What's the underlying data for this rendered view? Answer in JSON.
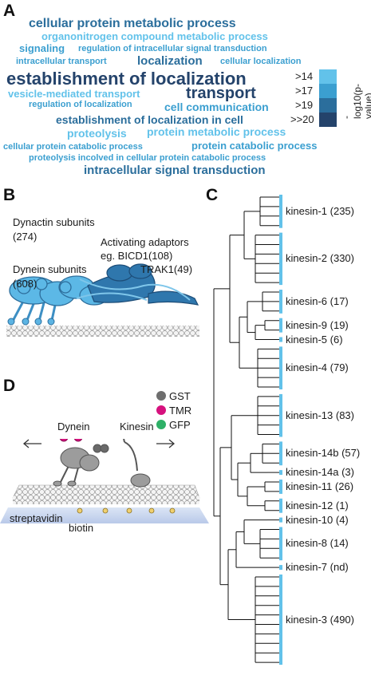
{
  "panels": {
    "a": "A",
    "b": "B",
    "c": "C",
    "d": "D"
  },
  "colors": {
    "level1": "#62c2ea",
    "level2": "#3b9fd0",
    "level3": "#2b6e9c",
    "level4": "#24436b"
  },
  "wordcloud": [
    {
      "text": "cellular protein metabolic process",
      "level": "level3"
    },
    {
      "text": "organonitrogen compound metabolic process",
      "level": "level1"
    },
    {
      "text": "signaling",
      "level": "level2"
    },
    {
      "text": "regulation of intracellular signal transduction",
      "level": "level2"
    },
    {
      "text": "intracellular transport",
      "level": "level2"
    },
    {
      "text": "localization",
      "level": "level3"
    },
    {
      "text": "cellular localization",
      "level": "level2"
    },
    {
      "text": "establishment of localization",
      "level": "level4"
    },
    {
      "text": "vesicle-mediated transport",
      "level": "level1"
    },
    {
      "text": "transport",
      "level": "level4"
    },
    {
      "text": "regulation of localization",
      "level": "level2"
    },
    {
      "text": "cell communication",
      "level": "level2"
    },
    {
      "text": "establishment of localization in cell",
      "level": "level3"
    },
    {
      "text": "proteolysis",
      "level": "level1"
    },
    {
      "text": "protein metabolic process",
      "level": "level1"
    },
    {
      "text": "cellular protein catabolic process",
      "level": "level2"
    },
    {
      "text": "protein catabolic process",
      "level": "level2"
    },
    {
      "text": "proteolysis incolved in cellular protein catabolic process",
      "level": "level2"
    },
    {
      "text": "intracellular signal transduction",
      "level": "level3"
    }
  ],
  "legend": {
    "axis_label": "-log10(p-value)",
    "items": [
      {
        "label": ">14",
        "level": "level1"
      },
      {
        "label": ">17",
        "level": "level2"
      },
      {
        "label": ">19",
        "level": "level3"
      },
      {
        "label": ">>20",
        "level": "level4"
      }
    ]
  },
  "panel_b": {
    "dynactin": "Dynactin subunits",
    "dynactin_count": "(274)",
    "adaptors": "Activating adaptors",
    "adaptors_eg": "eg. BICD1(108)",
    "adaptors_trak": "TRAK1(49)",
    "dynein": "Dynein subunits",
    "dynein_count": "(608)"
  },
  "panel_d": {
    "legend": [
      {
        "label": "GST",
        "color": "#6e6e6e"
      },
      {
        "label": "TMR",
        "color": "#d6117e"
      },
      {
        "label": "GFP",
        "color": "#2eb067"
      }
    ],
    "dynein": "Dynein",
    "kinesin": "Kinesin",
    "streptavidin": "streptavidin",
    "biotin": "biotin"
  },
  "tree": {
    "families": [
      {
        "label": "kinesin-1 (235)",
        "leaves": 4
      },
      {
        "label": "kinesin-2 (330)",
        "leaves": 6
      },
      {
        "label": "kinesin-6 (17)",
        "leaves": 3
      },
      {
        "label": "kinesin-9 (19)",
        "leaves": 2
      },
      {
        "label": "kinesin-5 (6)",
        "leaves": 1
      },
      {
        "label": "kinesin-4 (79)",
        "leaves": 5
      },
      {
        "label": "kinesin-13 (83)",
        "leaves": 5
      },
      {
        "label": "kinesin-14b (57)",
        "leaves": 3
      },
      {
        "label": "kinesin-14a (3)",
        "leaves": 1
      },
      {
        "label": "kinesin-11 (26)",
        "leaves": 2
      },
      {
        "label": "kinesin-12 (1)",
        "leaves": 2
      },
      {
        "label": "kinesin-10 (4)",
        "leaves": 1
      },
      {
        "label": "kinesin-8 (14)",
        "leaves": 4
      },
      {
        "label": "kinesin-7 (nd)",
        "leaves": 1
      },
      {
        "label": "kinesin-3 (490)",
        "leaves": 10
      }
    ]
  }
}
